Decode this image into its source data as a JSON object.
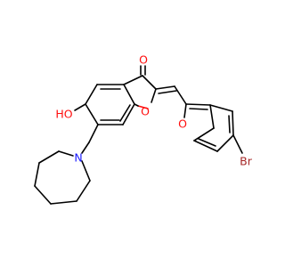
{
  "molecule": {
    "atom_labels": {
      "carbonyl_o": "O",
      "furanone_o": "O",
      "hydroxyl": "HO",
      "azepane_n": "N",
      "benzofuran_o": "O",
      "bromine": "Br"
    },
    "colors": {
      "bond": "#000000",
      "oxygen": "#ff0d0d",
      "nitrogen": "#1a1aff",
      "bromine": "#a62929",
      "background": "#ffffff"
    }
  }
}
